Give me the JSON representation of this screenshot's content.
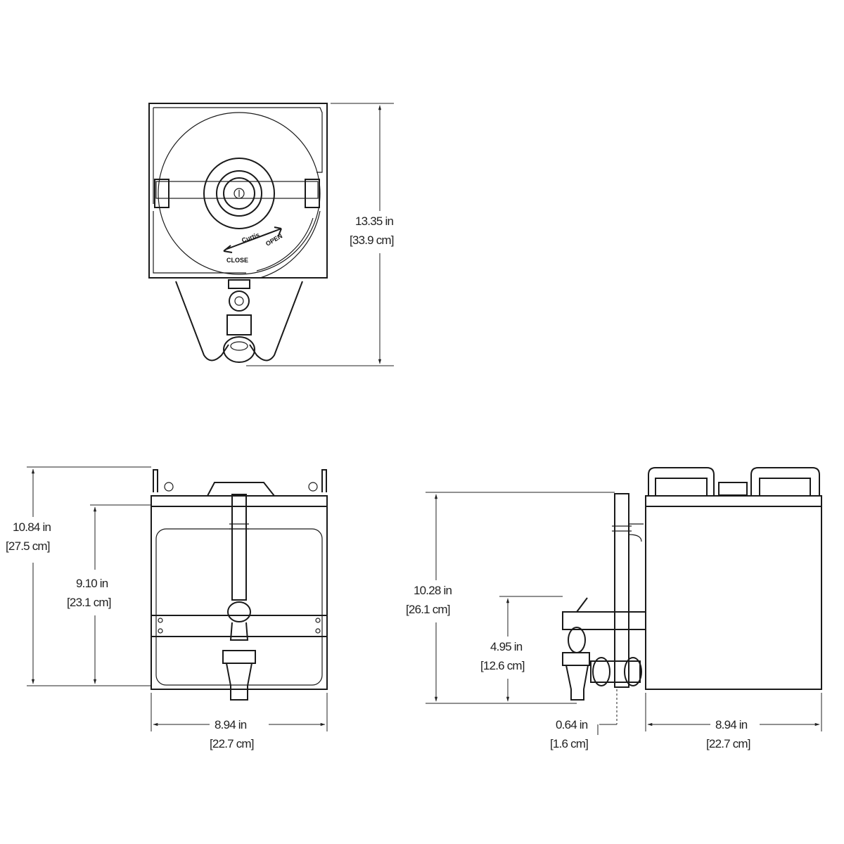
{
  "top_view": {
    "height_in": "13.35 in",
    "height_cm": "[33.9 cm]",
    "lid_close": "CLOSE",
    "lid_open": "OPEN",
    "logo": "Curtis"
  },
  "front_view": {
    "overall_height_in": "10.84 in",
    "overall_height_cm": "[27.5 cm]",
    "body_height_in": "9.10 in",
    "body_height_cm": "[23.1 cm]",
    "width_in": "8.94 in",
    "width_cm": "[22.7 cm]"
  },
  "side_view": {
    "height_in": "10.28 in",
    "height_cm": "[26.1 cm]",
    "faucet_height_in": "4.95 in",
    "faucet_height_cm": "[12.6 cm]",
    "faucet_offset_in": "0.64 in",
    "faucet_offset_cm": "[1.6 cm]",
    "depth_in": "8.94 in",
    "depth_cm": "[22.7 cm]"
  }
}
